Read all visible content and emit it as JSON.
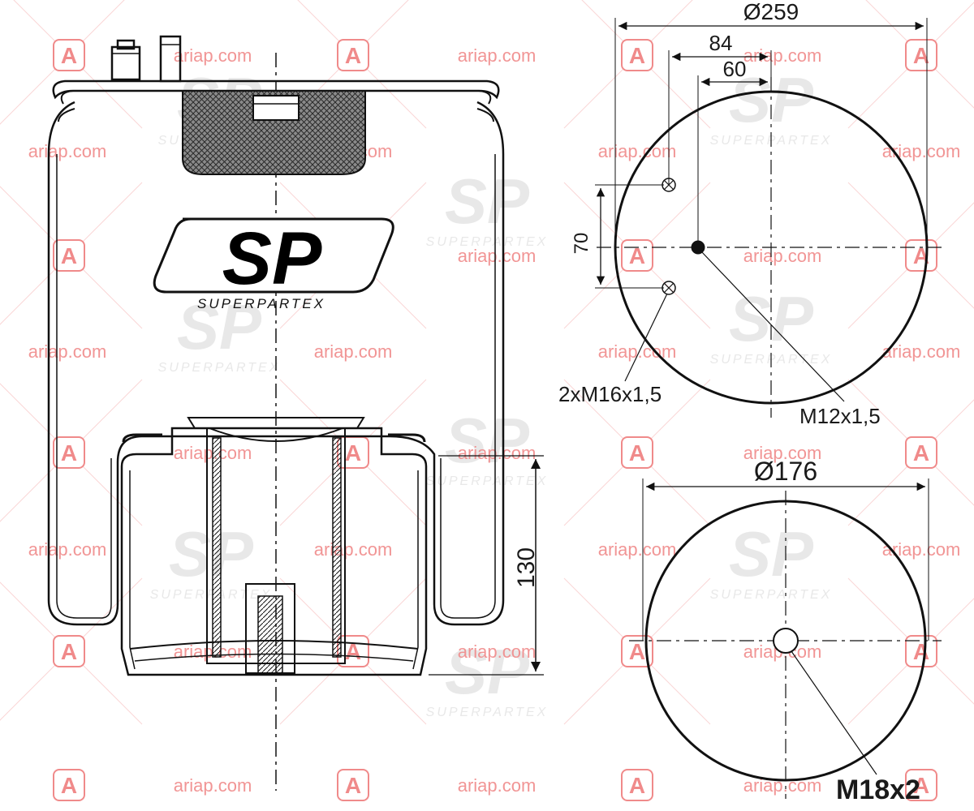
{
  "watermark": {
    "site_text": "ariap.com",
    "badge_letter": "A",
    "color": "#f08a8a",
    "logo_text": "SP",
    "logo_subtext": "SUPERPARTEX",
    "logo_color": "#d9d9d9"
  },
  "brand_logo": {
    "text": "SP",
    "subtext": "SUPERPARTEX"
  },
  "top_plate": {
    "diameter_label": "Ø259",
    "offset_84_label": "84",
    "offset_60_label": "60",
    "spacing_70_label": "70",
    "thread_bolts_label": "2xM16x1,5",
    "thread_air_label": "M12x1,5"
  },
  "piston": {
    "diameter_label": "Ø176",
    "thread_label": "M18x2"
  },
  "side_view": {
    "height_label": "130"
  },
  "colors": {
    "line": "#111111",
    "mesh": "#555555"
  }
}
